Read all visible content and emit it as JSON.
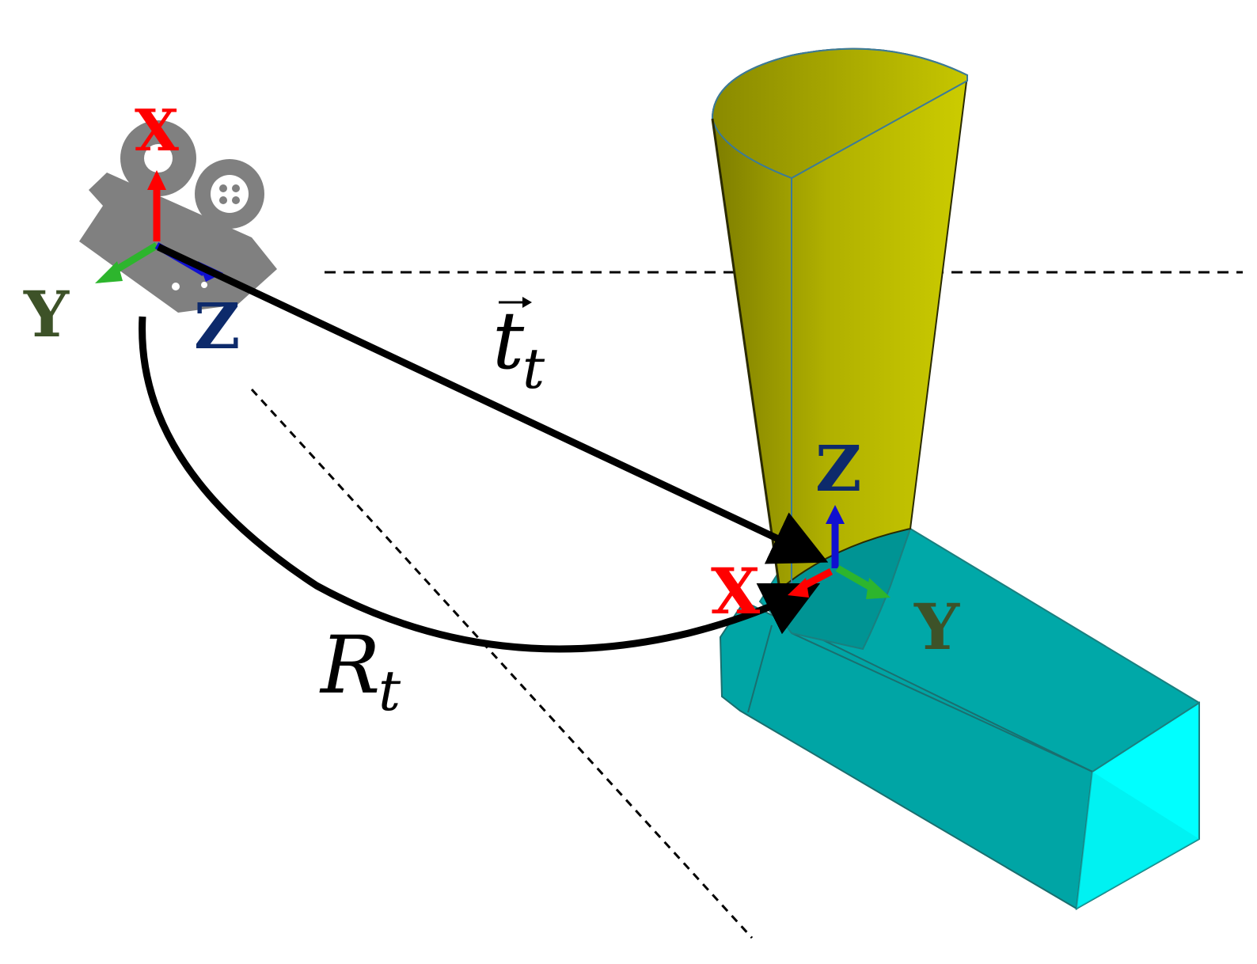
{
  "camera_frame": {
    "x_label": "X",
    "y_label": "Y",
    "z_label": "Z"
  },
  "target_frame": {
    "x_label": "X",
    "y_label": "Y",
    "z_label": "Z"
  },
  "translation": {
    "symbol": "t",
    "subscript": "t"
  },
  "rotation": {
    "symbol": "R",
    "subscript": "t"
  },
  "colors": {
    "x_axis": "#ff0000",
    "y_axis": "#2db52d",
    "z_axis": "#1010d0",
    "x_text": "#ff0000",
    "y_text": "#3d5228",
    "z_text": "#0d2a6b",
    "pipe": "#c4c400",
    "duct": "#00a8a8",
    "duct_end": "#00ffff",
    "camera": "#808080"
  },
  "icons": {
    "camera": "movie-camera-icon"
  }
}
